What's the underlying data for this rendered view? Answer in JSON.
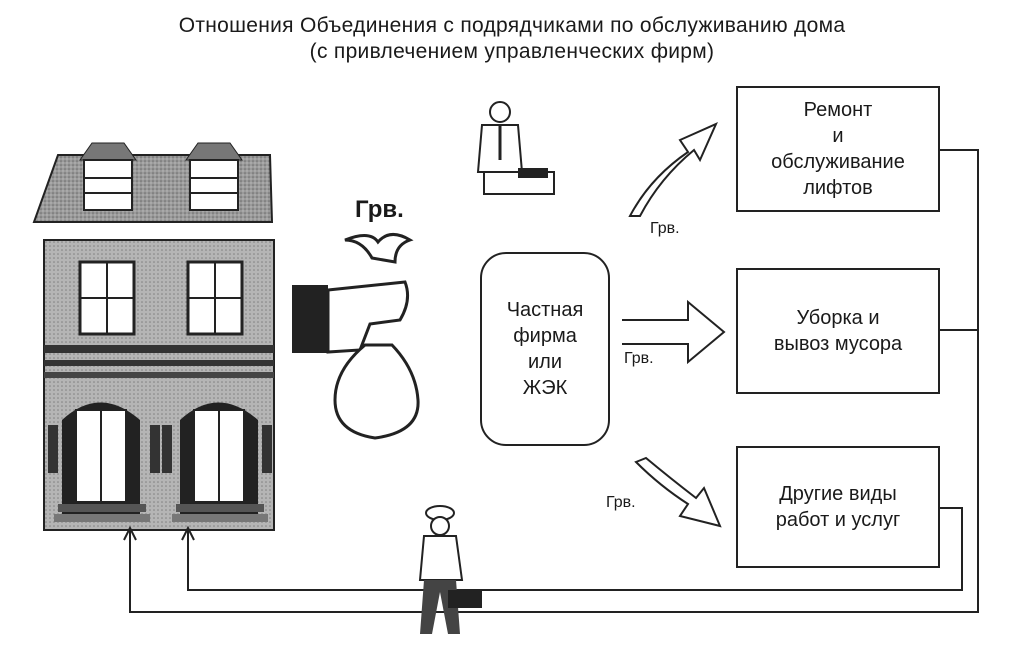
{
  "title": {
    "line1": "Отношения Объединения с подрядчиками по обслуживанию дома",
    "line2": "(с привлечением управленческих фирм)"
  },
  "money_label": "Грв.",
  "firm": {
    "label": "Частная\nфирма\nили\nЖЭК"
  },
  "services": [
    {
      "label": "Ремонт\nи\nобслуживание\nлифтов",
      "payment": "Грв."
    },
    {
      "label": "Уборка и\nвывоз мусора",
      "payment": "Грв."
    },
    {
      "label": "Другие виды\nработ и услуг",
      "payment": "Грв."
    }
  ],
  "icons": [
    "house-icon",
    "money-bag-hand-icon",
    "businessman-icon",
    "worker-icon",
    "arrow-icon"
  ],
  "colors": {
    "ink": "#1a1a1a",
    "paper": "#ffffff",
    "building": "#8a8a8a"
  }
}
